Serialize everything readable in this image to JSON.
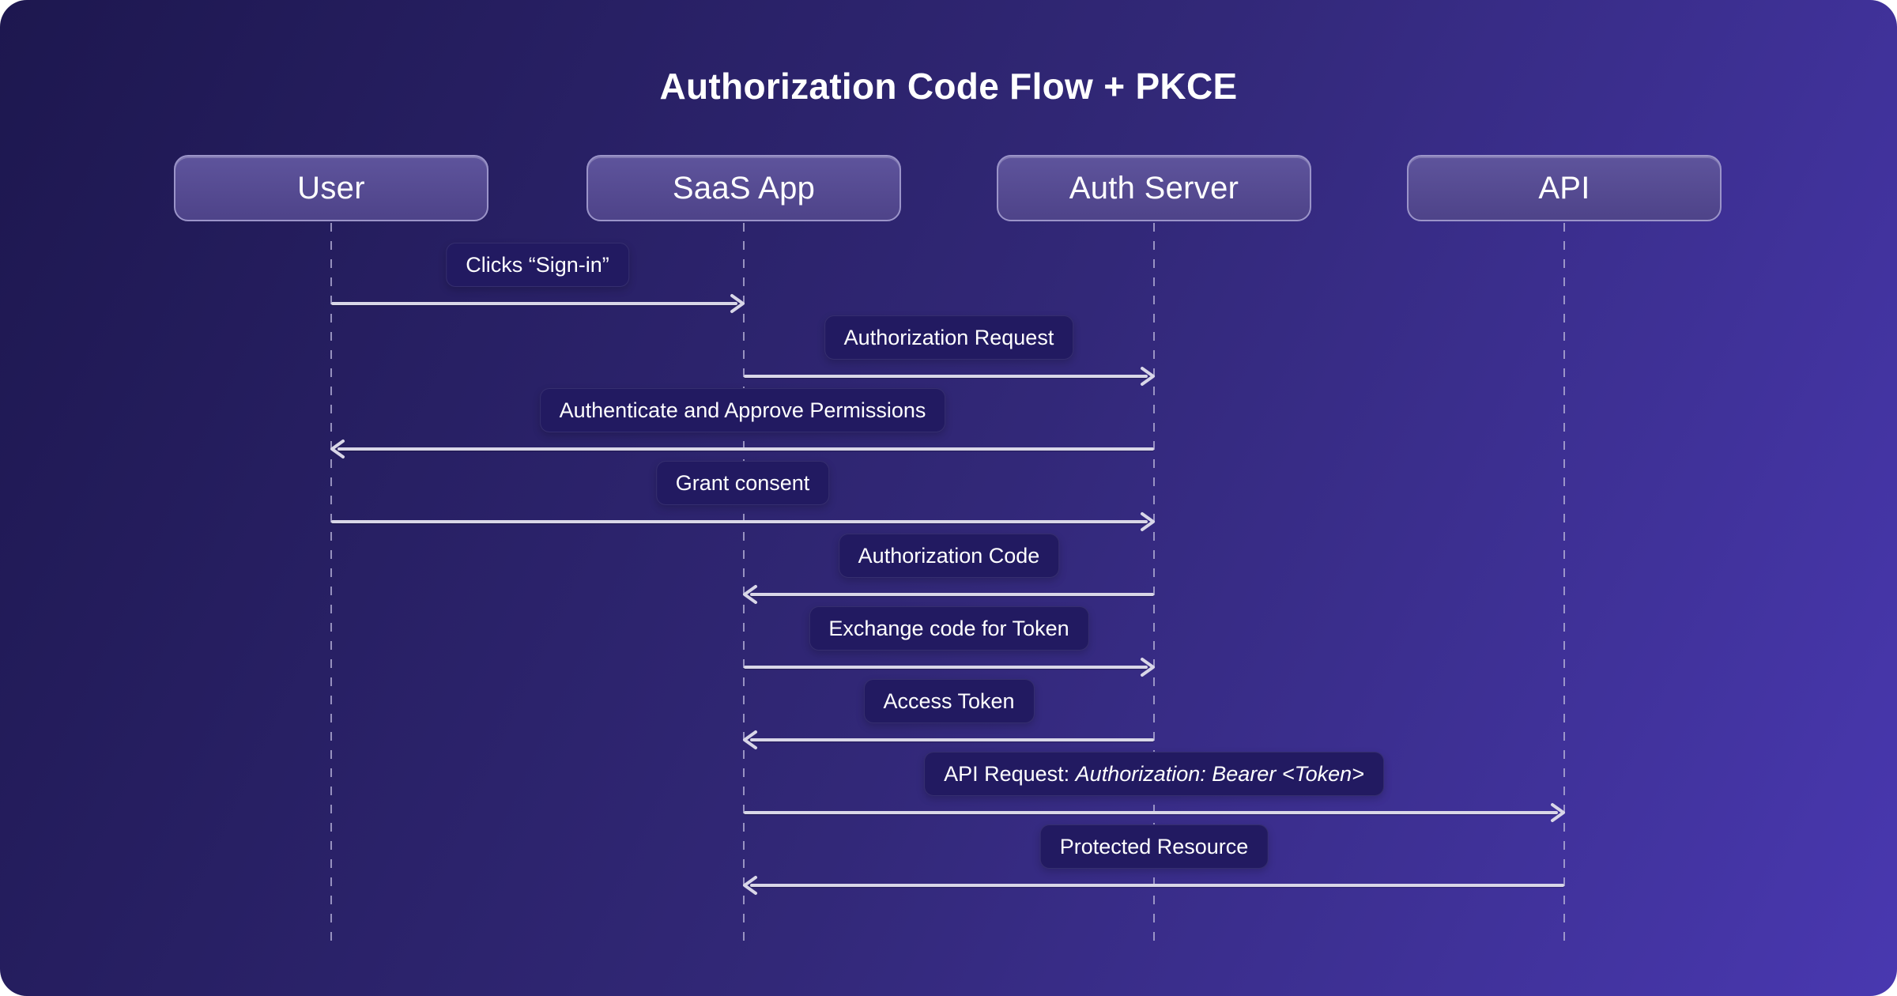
{
  "title": "Authorization Code Flow + PKCE",
  "actors": [
    {
      "label": "User"
    },
    {
      "label": "SaaS App"
    },
    {
      "label": "Auth Server"
    },
    {
      "label": "API"
    }
  ],
  "messages": [
    {
      "from": 0,
      "to": 1,
      "parts": [
        {
          "text": "Clicks “Sign-in”",
          "italic": false
        }
      ]
    },
    {
      "from": 1,
      "to": 2,
      "parts": [
        {
          "text": "Authorization Request",
          "italic": false
        }
      ]
    },
    {
      "from": 2,
      "to": 0,
      "parts": [
        {
          "text": "Authenticate and Approve Permissions",
          "italic": false
        }
      ]
    },
    {
      "from": 0,
      "to": 2,
      "parts": [
        {
          "text": "Grant consent",
          "italic": false
        }
      ]
    },
    {
      "from": 2,
      "to": 1,
      "parts": [
        {
          "text": "Authorization Code",
          "italic": false
        }
      ]
    },
    {
      "from": 1,
      "to": 2,
      "parts": [
        {
          "text": "Exchange code for Token",
          "italic": false
        }
      ]
    },
    {
      "from": 2,
      "to": 1,
      "parts": [
        {
          "text": "Access Token",
          "italic": false
        }
      ]
    },
    {
      "from": 1,
      "to": 3,
      "parts": [
        {
          "text": "API Request: ",
          "italic": false
        },
        {
          "text": "Authorization: Bearer <Token>",
          "italic": true
        }
      ]
    },
    {
      "from": 3,
      "to": 1,
      "parts": [
        {
          "text": "Protected Resource",
          "italic": false
        }
      ]
    }
  ],
  "colors": {
    "bg_gradient_start": "#1d174f",
    "bg_gradient_mid": "#322878",
    "bg_gradient_end": "#4938b0",
    "title_text": "#ffffff",
    "actor_fill_top": "#5e549c",
    "actor_fill": "#4e4389",
    "actor_border": "#9b94c9",
    "actor_text": "#ffffff",
    "label_bg": "#221a61",
    "label_text": "#ffffff",
    "arrow": "#d9d7e8",
    "lifeline": "#b6b1d8"
  }
}
